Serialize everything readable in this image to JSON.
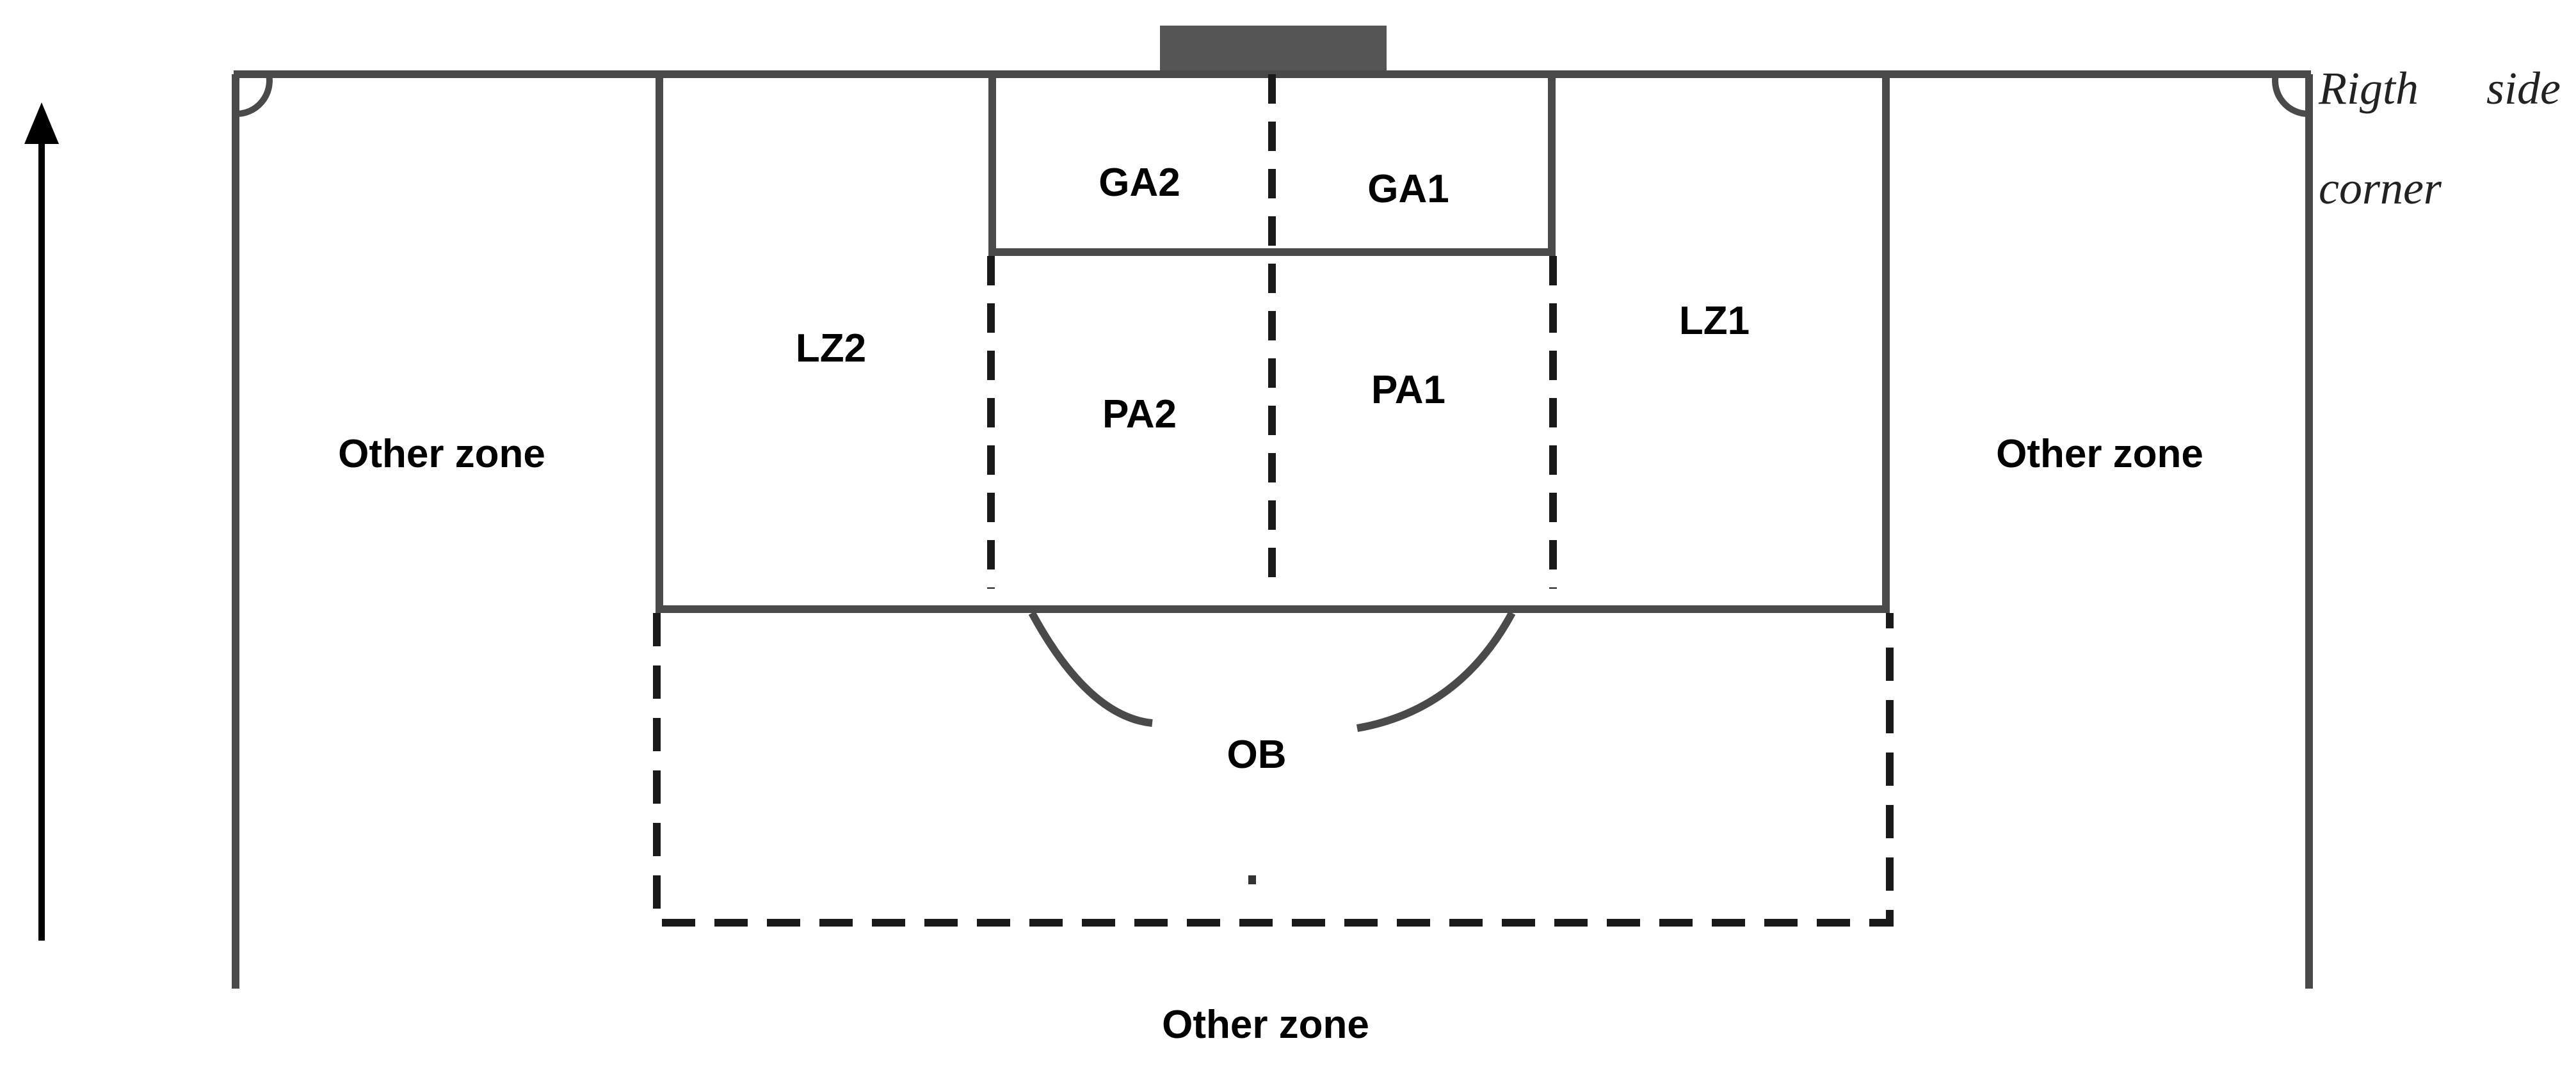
{
  "diagram": {
    "zones": {
      "ga2": "GA2",
      "ga1": "GA1",
      "lz2": "LZ2",
      "lz1": "LZ1",
      "pa2": "PA2",
      "pa1": "PA1",
      "ob": "OB",
      "other_left": "Other zone",
      "other_right": "Other zone",
      "other_bottom": "Other zone"
    },
    "corner_label": {
      "line1_word1": "Rigth",
      "line1_word2": "side",
      "line2": "corner"
    },
    "colors": {
      "line": "#4a4a4a",
      "goal": "#555555",
      "arrow": "#000000",
      "text": "#000000"
    },
    "icons": {
      "direction": "attack-direction-arrow"
    }
  }
}
